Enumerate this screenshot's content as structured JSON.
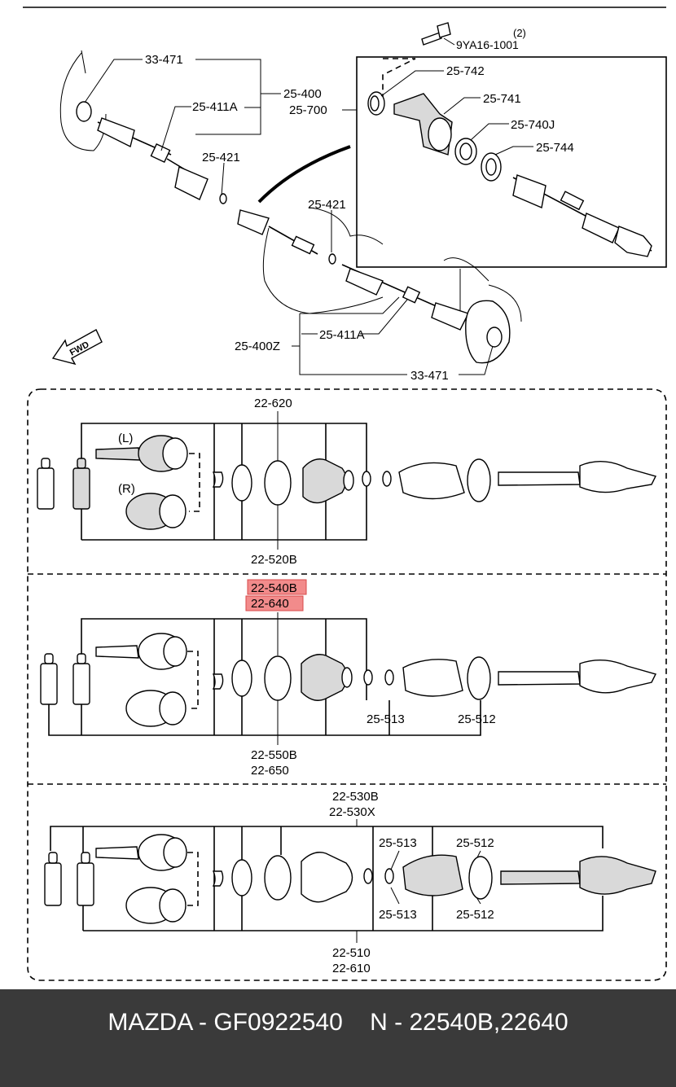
{
  "diagram": {
    "top_labels": {
      "l33471a": "33-471",
      "l25400": "25-400",
      "l25411a_top": "25-411A",
      "l25421_top": "25-421",
      "l9ya": "9YA16-1001",
      "l2": "(2)",
      "l25742": "25-742",
      "l25700": "25-700",
      "l25741": "25-741",
      "l25740j": "25-740J",
      "l25744": "25-744",
      "l25421_mid": "25-421",
      "fwd": "FWD",
      "l25411a_bot": "25-411A",
      "l25400z": "25-400Z",
      "l33471b": "33-471"
    },
    "panel1": {
      "l22620": "22-620",
      "lL": "(L)",
      "lR": "(R)",
      "l22520b": "22-520B"
    },
    "panel2": {
      "l22540b": "22-540B",
      "l22640": "22-640",
      "l25513": "25-513",
      "l25512": "25-512",
      "l22550b": "22-550B",
      "l22650": "22-650"
    },
    "panel3": {
      "l22530b": "22-530B",
      "l22530x": "22-530X",
      "l25513a": "25-513",
      "l25512a": "25-512",
      "l25513b": "25-513",
      "l25512b": "25-512",
      "l22510": "22-510",
      "l22610": "22-610"
    },
    "highlight_color": "#f28b8b"
  },
  "footer": {
    "text": "MAZDA - GF0922540    N - 22540B,22640"
  }
}
